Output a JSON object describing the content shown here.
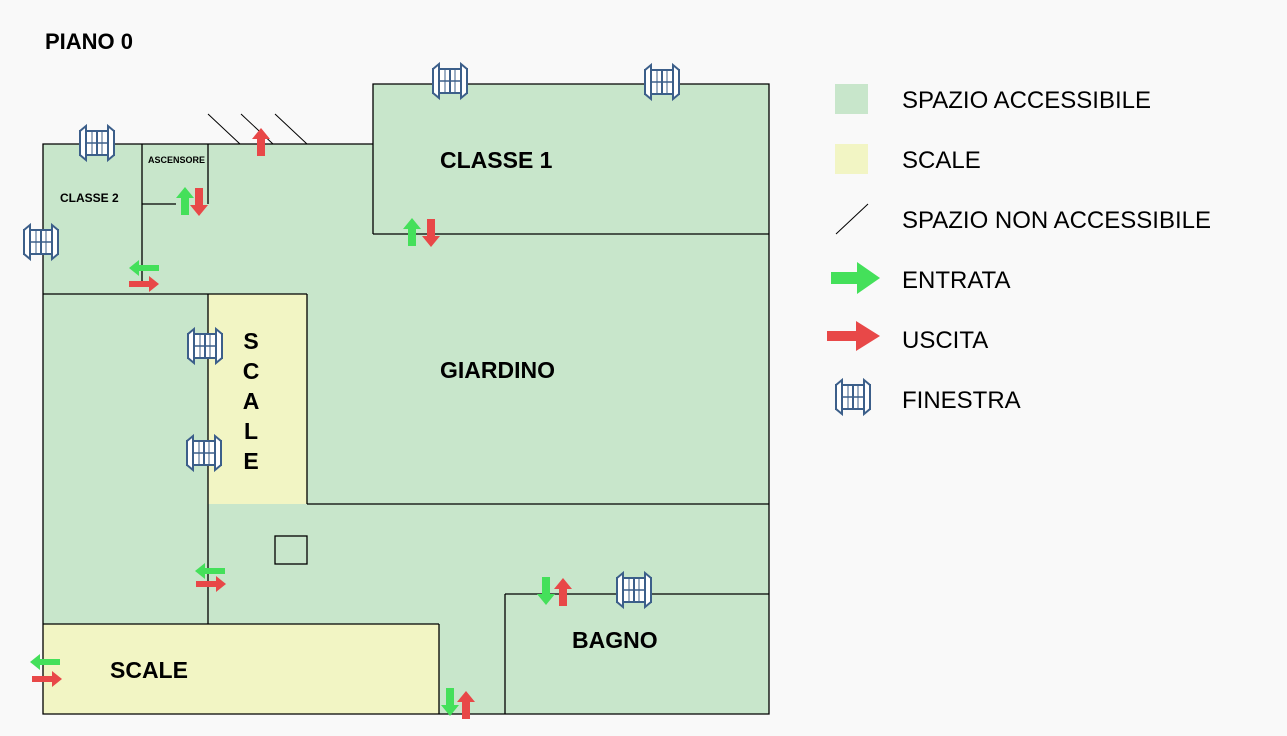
{
  "floor_title": "PIANO 0",
  "rooms": {
    "classe_1": "CLASSE 1",
    "classe_2": "CLASSE 2",
    "ascensore": "ASCENSORE",
    "giardino": "GIARDINO",
    "bagno": "BAGNO",
    "scale_bottom": "SCALE",
    "scale_vertical": [
      "S",
      "C",
      "A",
      "L",
      "E"
    ]
  },
  "legend": {
    "accessible": "SPAZIO ACCESSIBILE",
    "stairs": "SCALE",
    "non_accessible": "SPAZIO NON ACCESSIBILE",
    "entrance": "ENTRATA",
    "exit": "USCITA",
    "window": "FINESTRA"
  },
  "colors": {
    "accessible": "#c8e6cb",
    "stairs": "#f2f5c4",
    "entrance": "#44e05a",
    "exit": "#e84848",
    "window": "#3c5f8a",
    "wall": "#000000"
  },
  "icons": {
    "window": "window-icon",
    "entrance": "entrance-arrow-icon",
    "exit": "exit-arrow-icon",
    "non_accessible": "hatch-line-icon"
  }
}
